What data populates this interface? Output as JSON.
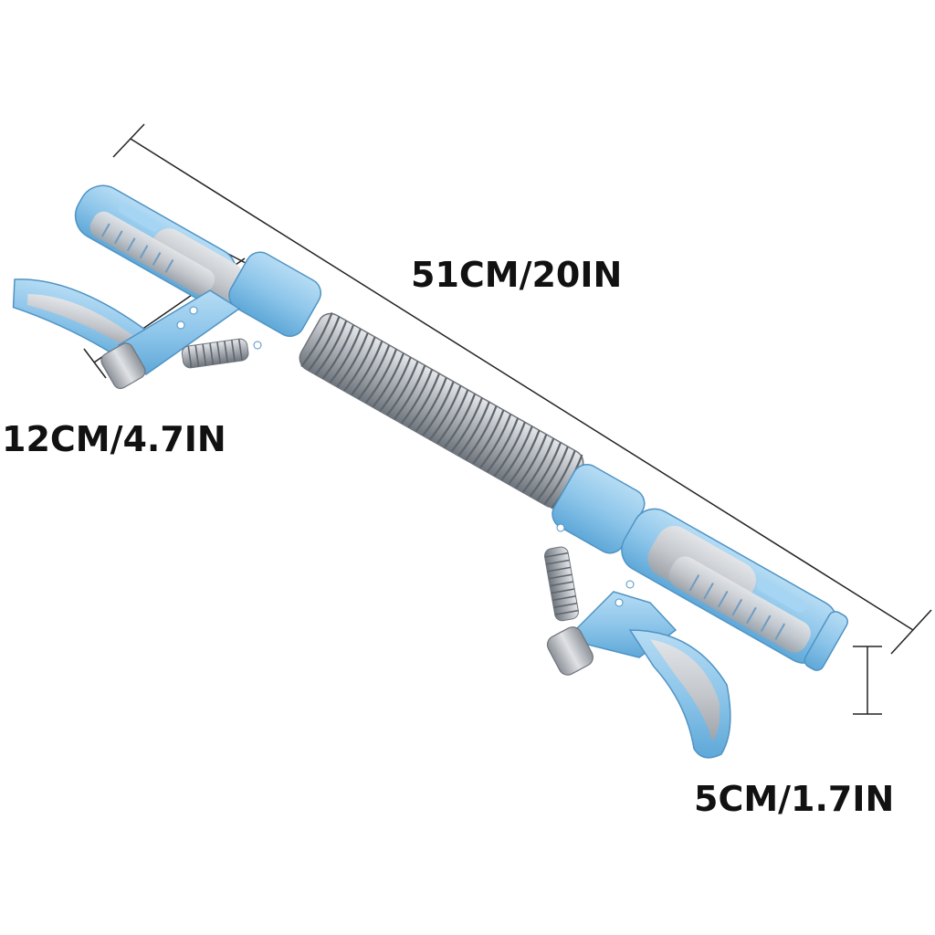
{
  "labels": {
    "length": "51CM/20IN",
    "handle": "12CM/4.7IN",
    "diameter": "5CM/1.7IN"
  },
  "colors": {
    "body_blue": "#8ec6ea",
    "body_blue_dark": "#5fa8d8",
    "grip_gray": "#c9ccd1",
    "grip_gray_dark": "#9ea3aa",
    "spring_silver": "#aeb3b9",
    "spring_dark": "#6f757c",
    "line": "#222222",
    "text": "#111111"
  },
  "icons": {
    "product": "power-twister-arm-exerciser"
  }
}
